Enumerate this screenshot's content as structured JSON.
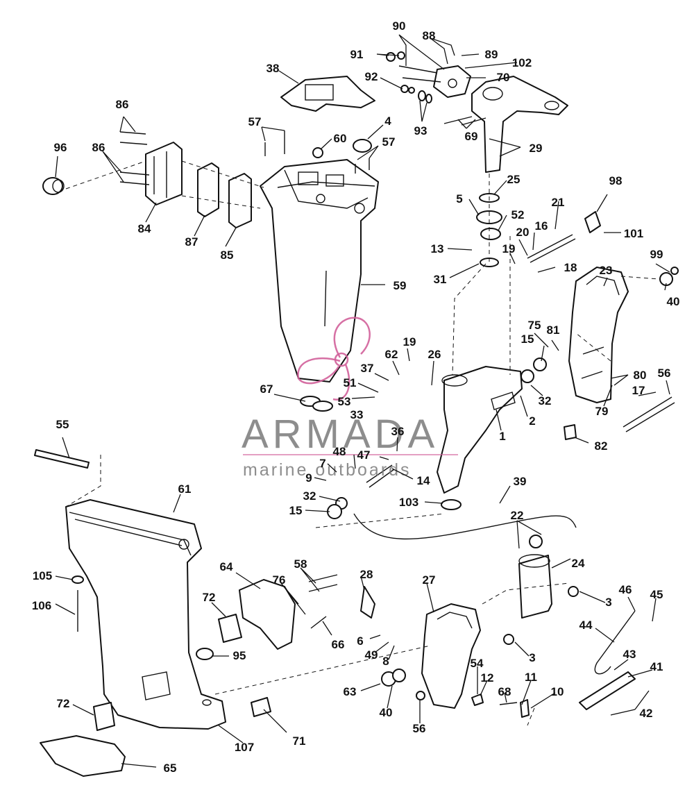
{
  "watermark": {
    "brand": "ARMADA",
    "tagline": "marine outboards",
    "accent_color": "#d2609a",
    "text_color": "#7a7a7a"
  },
  "labels": {
    "l1": "1",
    "l2": "2",
    "l3a": "3",
    "l3b": "3",
    "l4": "4",
    "l5": "5",
    "l6": "6",
    "l7": "7",
    "l8": "8",
    "l9": "9",
    "l10": "10",
    "l11": "11",
    "l12": "12",
    "l13": "13",
    "l14": "14",
    "l15a": "15",
    "l15b": "15",
    "l16": "16",
    "l17": "17",
    "l18": "18",
    "l19a": "19",
    "l19b": "19",
    "l20": "20",
    "l21": "21",
    "l22": "22",
    "l23": "23",
    "l24": "24",
    "l25": "25",
    "l26": "26",
    "l27": "27",
    "l28": "28",
    "l29": "29",
    "l31": "31",
    "l32a": "32",
    "l32b": "32",
    "l33": "33",
    "l36": "36",
    "l37": "37",
    "l38": "38",
    "l39": "39",
    "l40a": "40",
    "l40b": "40",
    "l41": "41",
    "l42": "42",
    "l43": "43",
    "l44": "44",
    "l45": "45",
    "l46": "46",
    "l47": "47",
    "l48": "48",
    "l49": "49",
    "l51": "51",
    "l52": "52",
    "l53": "53",
    "l54": "54",
    "l55": "55",
    "l56a": "56",
    "l56b": "56",
    "l57a": "57",
    "l57b": "57",
    "l58": "58",
    "l59": "59",
    "l60": "60",
    "l61": "61",
    "l62": "62",
    "l63": "63",
    "l64": "64",
    "l65": "65",
    "l66": "66",
    "l67": "67",
    "l68": "68",
    "l69": "69",
    "l70": "70",
    "l71": "71",
    "l72a": "72",
    "l72b": "72",
    "l75": "75",
    "l76": "76",
    "l79": "79",
    "l80": "80",
    "l81": "81",
    "l82": "82",
    "l84": "84",
    "l85": "85",
    "l86a": "86",
    "l86b": "86",
    "l87": "87",
    "l88": "88",
    "l89": "89",
    "l90": "90",
    "l91": "91",
    "l92": "92",
    "l93": "93",
    "l95": "95",
    "l96": "96",
    "l98": "98",
    "l99": "99",
    "l101": "101",
    "l102": "102",
    "l103": "103",
    "l105": "105",
    "l106": "106",
    "l107": "107"
  }
}
